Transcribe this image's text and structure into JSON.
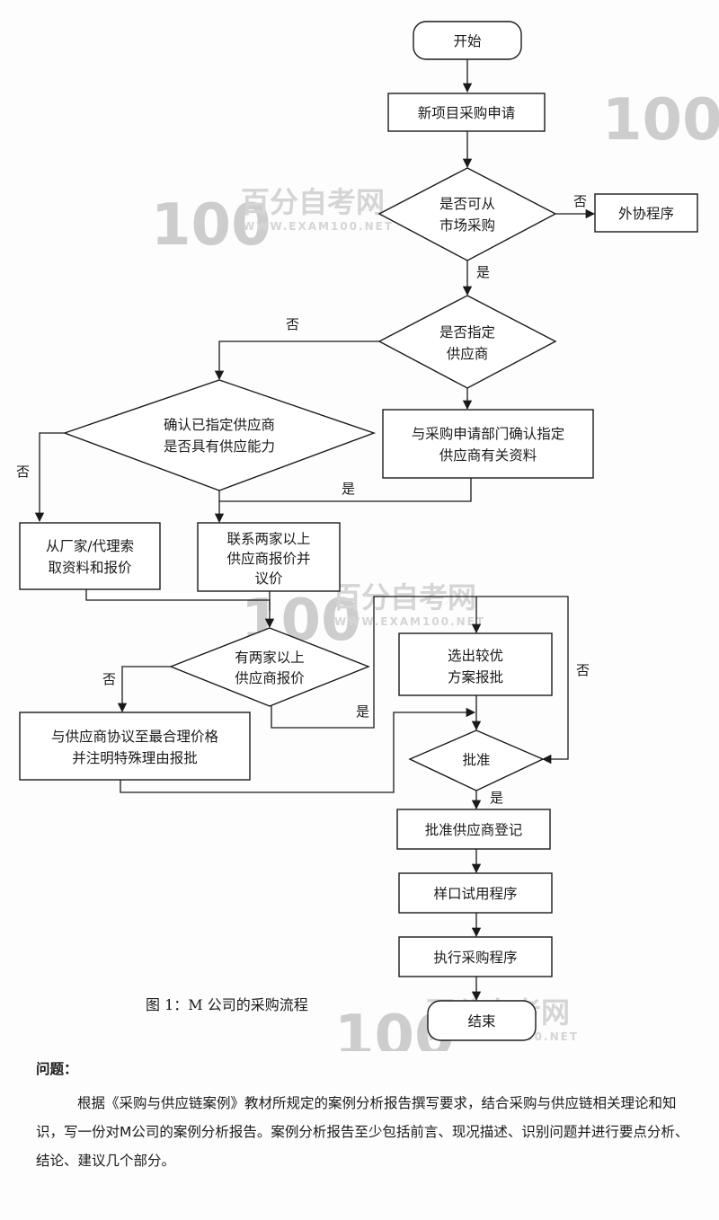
{
  "flowchart": {
    "nodes": {
      "start": "开始",
      "apply": "新项目采购申请",
      "market": [
        "是否可从",
        "市场采购"
      ],
      "outsource": "外协程序",
      "designated": [
        "是否指定",
        "供应商"
      ],
      "confirm_ability": [
        "确认已指定供应商",
        "是否具有供应能力"
      ],
      "confirm_docs": [
        "与采购申请部门确认指定",
        "供应商有关资料"
      ],
      "get_quotes": [
        "从厂家/代理索",
        "取资料和报价"
      ],
      "contact": [
        "联系两家以上",
        "供应商报价并",
        "议价"
      ],
      "two_quotes": [
        "有两家以上",
        "供应商报价"
      ],
      "select": [
        "选出较优",
        "方案报批"
      ],
      "negotiate": [
        "与供应商协议至最合理价格",
        "并注明特殊理由报批"
      ],
      "approve": "批准",
      "register": "批准供应商登记",
      "trial": "样口试用程序",
      "execute": "执行采购程序",
      "end": "结束"
    },
    "labels": {
      "no": "否",
      "yes": "是"
    },
    "caption": "图 1：M 公司的采购流程"
  },
  "watermark": {
    "number": "100",
    "brand": "百分自考网",
    "url": "WWW.EXAM100.NET"
  },
  "question": {
    "title": "问题：",
    "body": "根据《采购与供应链案例》教材所规定的案例分析报告撰写要求，结合采购与供应链相关理论和知识，写一份对M公司的案例分析报告。案例分析报告至少包括前言、现况描述、识别问题并进行要点分析、结论、建议几个部分。"
  }
}
